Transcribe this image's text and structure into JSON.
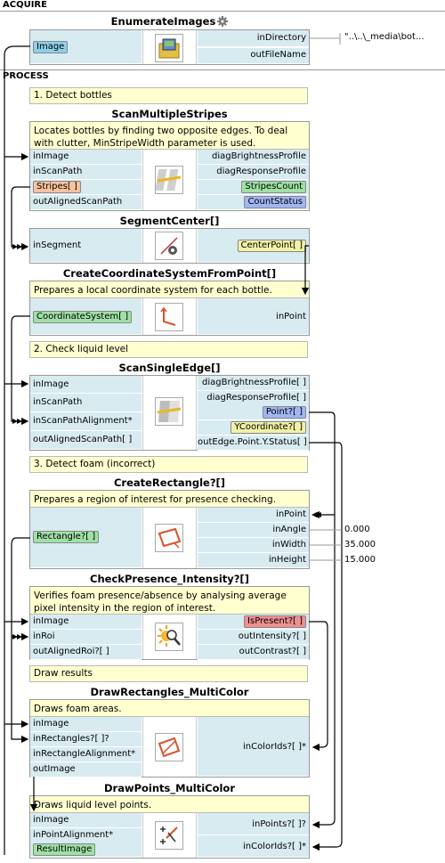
{
  "sections": {
    "acquire": "ACQUIRE",
    "process": "PROCESS"
  },
  "enumerate": {
    "title": "EnumerateImages",
    "in_directory": "inDirectory",
    "out_file_name": "outFileName",
    "image": "Image",
    "directory_value": "\"..\\..\\_media\\bot..."
  },
  "step1": {
    "label": "1. Detect bottles"
  },
  "scan_multiple": {
    "title": "ScanMultipleStripes",
    "desc": "Locates bottles by finding two opposite edges. To deal with clutter, MinStripeWidth parameter is used.",
    "inputs": [
      "inImage",
      "inScanPath",
      "Stripes[ ]",
      "outAlignedScanPath"
    ],
    "outputs": [
      "diagBrightnessProfile",
      "diagResponseProfile",
      "StripesCount",
      "CountStatus"
    ]
  },
  "segment_center": {
    "title": "SegmentCenter[]",
    "input": "inSegment",
    "output": "CenterPoint[ ]"
  },
  "coord_system": {
    "title": "CreateCoordinateSystemFromPoint[]",
    "desc": "Prepares a local coordinate system for each bottle.",
    "input": "CoordinateSystem[ ]",
    "output": "inPoint"
  },
  "step2": {
    "label": "2. Check liquid level"
  },
  "scan_single": {
    "title": "ScanSingleEdge[]",
    "inputs": [
      "inImage",
      "inScanPath",
      "inScanPathAlignment*",
      "outAlignedScanPath[ ]"
    ],
    "outputs": [
      "diagBrightnessProfile[ ]",
      "diagResponseProfile[ ]",
      "Point?[ ]",
      "YCoordinate?[ ]",
      "outEdge.Point.Y.Status[ ]"
    ]
  },
  "step3": {
    "label": "3. Detect foam (incorrect)"
  },
  "create_rect": {
    "title": "CreateRectangle?[]",
    "desc": "Prepares a region of interest for presence checking.",
    "input": "Rectangle?[ ]",
    "outputs": [
      "inPoint",
      "inAngle",
      "inWidth",
      "inHeight"
    ],
    "values": [
      "0.000",
      "35.000",
      "15.000"
    ]
  },
  "check_presence": {
    "title": "CheckPresence_Intensity?[]",
    "desc": "Verifies foam presence/absence by analysing average pixel intensity in the region of interest.",
    "inputs": [
      "inImage",
      "inRoi",
      "outAlignedRoi?[ ]"
    ],
    "outputs": [
      "IsPresent?[ ]",
      "outIntensity?[ ]",
      "outContrast?[ ]"
    ]
  },
  "draw_results": {
    "label": "Draw results"
  },
  "draw_rects": {
    "title": "DrawRectangles_MultiColor",
    "desc": "Draws foam areas.",
    "inputs": [
      "inImage",
      "inRectangles?[ ]?",
      "inRectangleAlignment*",
      "outImage"
    ],
    "output": "inColorIds?[ ]*"
  },
  "draw_points": {
    "title": "DrawPoints_MultiColor",
    "desc": "Draws liquid level points.",
    "inputs": [
      "inImage",
      "inPointAlignment*",
      "ResultImage"
    ],
    "outputs": [
      "inPoints?[ ]?",
      "inColorIds?[ ]*"
    ]
  },
  "colors": {
    "port_bg": "#d8ebf1",
    "comment_bg": "#ffffcf",
    "green_tag": "#9fe0a5",
    "orange_tag": "#f7c29e",
    "blue_tag": "#a0b5f3",
    "yellow_tag": "#f1f1a5",
    "red_tag": "#f08f8f",
    "cyan_tag": "#8ecfe9"
  },
  "icons": [
    "gear-icon",
    "folder-images-icon",
    "stripes-scan-icon",
    "segment-center-gear-icon",
    "coordinate-axes-icon",
    "single-edge-scan-icon",
    "rectangle-create-icon",
    "intensity-check-icon",
    "draw-rectangle-icon",
    "draw-points-icon"
  ]
}
